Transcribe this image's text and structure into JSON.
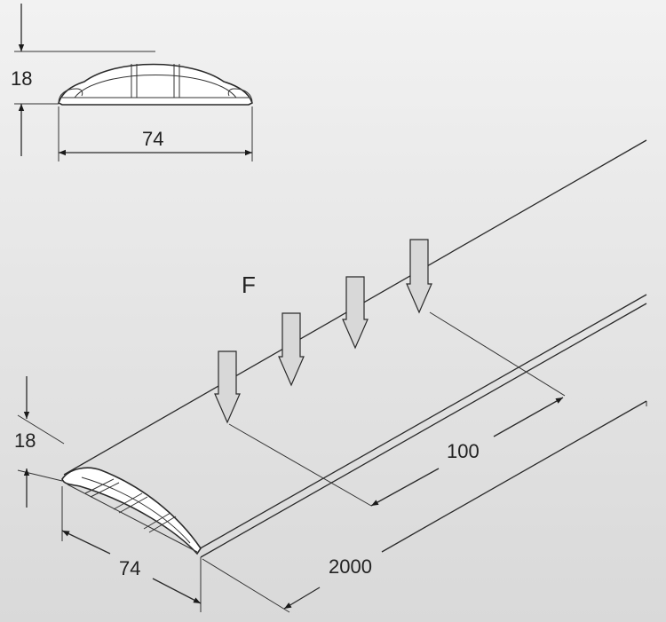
{
  "title": "",
  "cross_section": {
    "height_label": "18",
    "width_label": "74"
  },
  "isometric": {
    "height_label": "18",
    "width_label": "74",
    "length_label": "2000",
    "spacing_label": "100",
    "force_label": "F"
  },
  "colors": {
    "background_top": "#f2f2f2",
    "background_bottom": "#d9d9d9",
    "line": "#2a2a2a",
    "profile_fill": "#ffffff"
  }
}
